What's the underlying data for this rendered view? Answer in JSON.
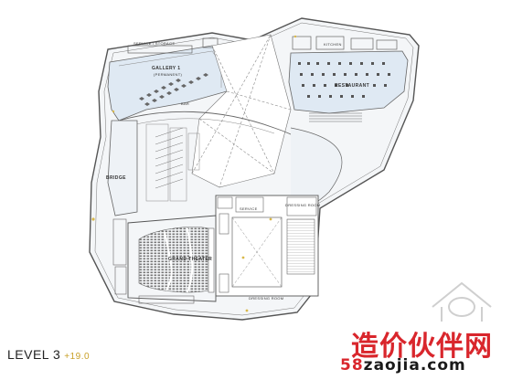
{
  "plan": {
    "labels": {
      "service_storage": "SERVICE / STORAGE",
      "kitchen": "KITCHEN",
      "gallery": "GALLERY 1",
      "gallery_sub": "(PERMANENT)",
      "bar": "BAR",
      "restaurant": "RESTAURANT",
      "bridge": "BRIDGE",
      "service": "SERVICE",
      "dressing_room": "DRESSING ROOM",
      "grand_theater": "GRAND THEATER",
      "dressing_room_2": "DRESSING ROOM"
    },
    "colors": {
      "line": "#555555",
      "floor_blue": "#dfe9f3",
      "dashed": "#8a8a8a",
      "accent": "#d9b84a"
    }
  },
  "footer": {
    "level": "LEVEL 3",
    "elevation": "+19.0"
  },
  "watermark": {
    "chinese": "造价伙伴网",
    "url_num": "58",
    "url_rest": "zaojia.com"
  }
}
